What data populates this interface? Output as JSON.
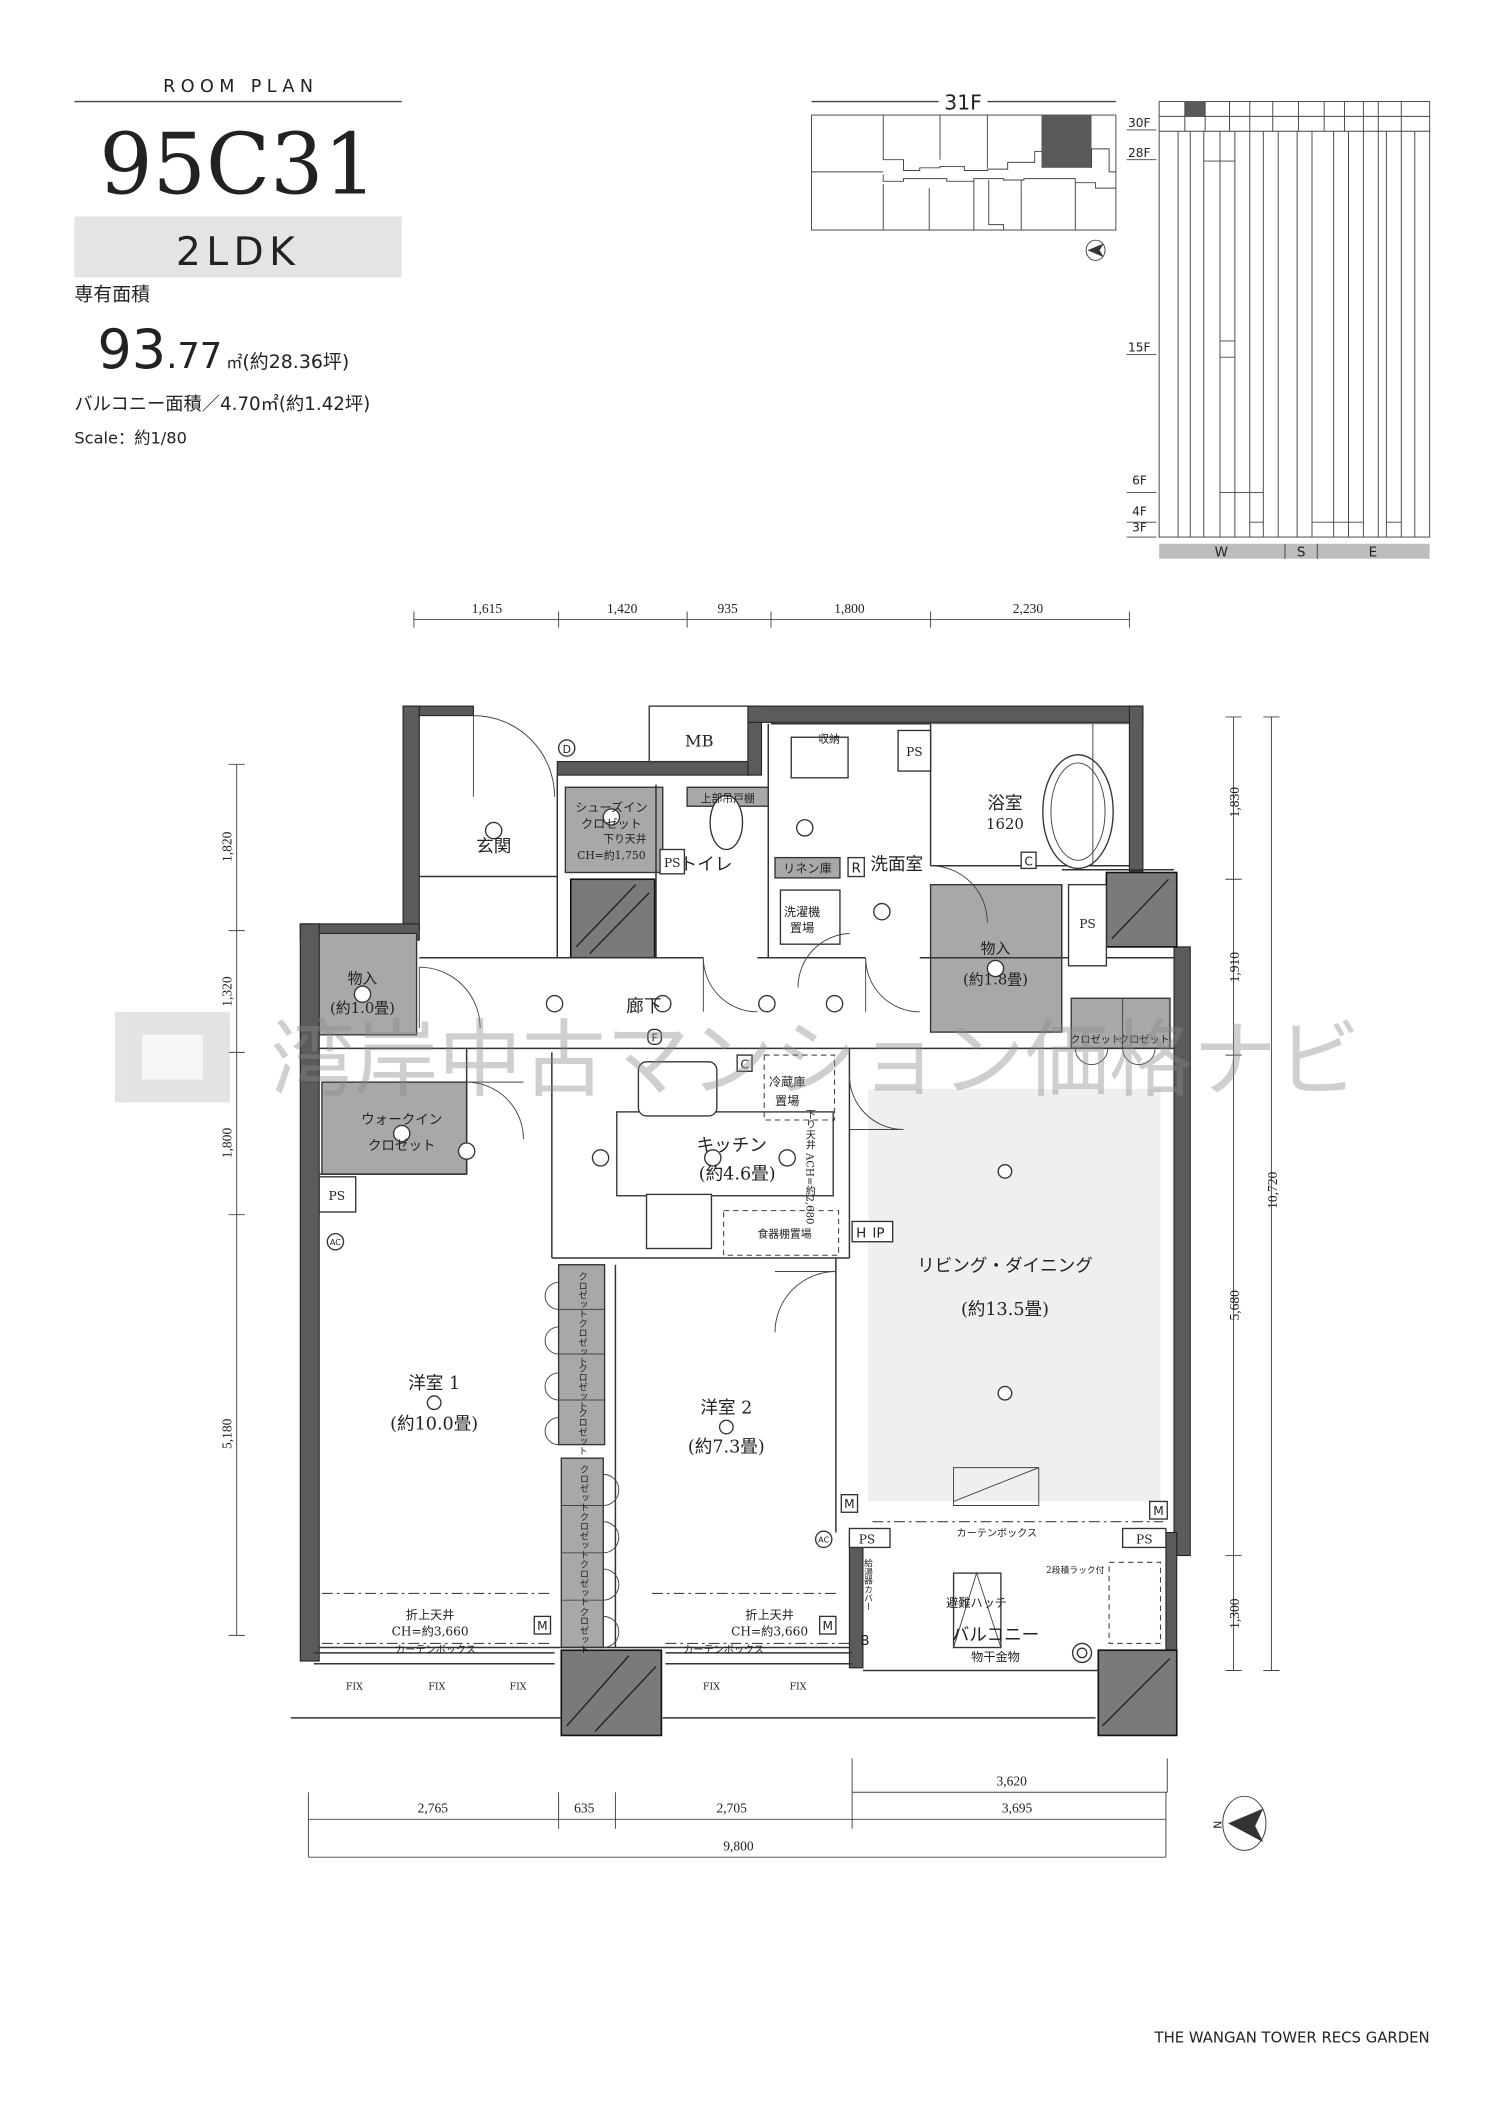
{
  "header": {
    "section_label": "ROOM PLAN",
    "unit_code": "95C31",
    "layout_type": "2LDK",
    "area_label": "専有面積",
    "area_int": "93",
    "area_dec": ".77",
    "area_unit": "㎡",
    "area_tsubo": "(約28.36坪)",
    "balcony_area": "バルコニー面積／4.70㎡(約1.42坪)",
    "scale": "Scale：約1/80"
  },
  "key_plan": {
    "floor_label": "31F",
    "floors": [
      "30F",
      "28F",
      "15F",
      "6F",
      "4F",
      "3F"
    ],
    "orientations": [
      "W",
      "S",
      "E"
    ],
    "highlight_color": "#5a5a5a"
  },
  "dimensions": {
    "top": [
      "1,615",
      "1,420",
      "935",
      "1,800",
      "2,230"
    ],
    "left": [
      "1,820",
      "1,320",
      "1,800",
      "5,180"
    ],
    "right": [
      "1,830",
      "1,910",
      "5,680",
      "1,300"
    ],
    "right_total": "10,720",
    "bottom_upper": "3,620",
    "bottom": [
      "2,765",
      "635",
      "2,705",
      "3,695"
    ],
    "bottom_total": "9,800"
  },
  "rooms": {
    "entrance": "玄関",
    "shoes_closet": [
      "シューズイン",
      "クロゼット"
    ],
    "shoes_ceiling": [
      "下り天井",
      "CH=約1,750"
    ],
    "toilet": "トイレ",
    "toilet_cabinet": "上部吊戸棚",
    "washroom": "洗面室",
    "washroom_storage": "収納",
    "linen": "リネン庫",
    "laundry": [
      "洗濯機",
      "置場"
    ],
    "bath": "浴室",
    "bath_size": "1620",
    "mb": "MB",
    "storage_large": [
      "物入",
      "(約1.8畳)"
    ],
    "storage_small": [
      "物入",
      "(約1.0畳)"
    ],
    "hallway": "廊下",
    "walk_in": [
      "ウォークイン",
      "クロゼット"
    ],
    "kitchen": [
      "キッチン",
      "(約4.6畳)"
    ],
    "kitchen_ceiling": "下り天井 ACH=約2,680",
    "fridge": [
      "冷蔵庫",
      "置場"
    ],
    "dish_shelf": "食器棚置場",
    "living": [
      "リビング・ダイニング",
      "(約13.5畳)"
    ],
    "bedroom1": [
      "洋室 1",
      "(約10.0畳)"
    ],
    "bedroom2": [
      "洋室 2",
      "(約7.3畳)"
    ],
    "closet": "クロゼット",
    "raised_ceiling": [
      "折上天井",
      "CH=約3,660"
    ],
    "curtain_box": "カーテンボックス",
    "fix": "FIX",
    "balcony": "バルコニー",
    "drying_hardware": "物干金物",
    "escape_hatch": "避難ハッチ",
    "heater_cover": "給湯器カバー",
    "rack": "2段積ラック付",
    "ps": "PS"
  },
  "symbols": {
    "door": "D",
    "cabinet": "C",
    "linen_r": "R",
    "heater": "H",
    "ip": "IP",
    "meter": "M",
    "b": "B",
    "aircon": "AC",
    "fire": "F",
    "north": "N"
  },
  "watermark": "湾岸中古マンション価格ナビ",
  "footer": "THE WANGAN TOWER  RECS GARDEN"
}
